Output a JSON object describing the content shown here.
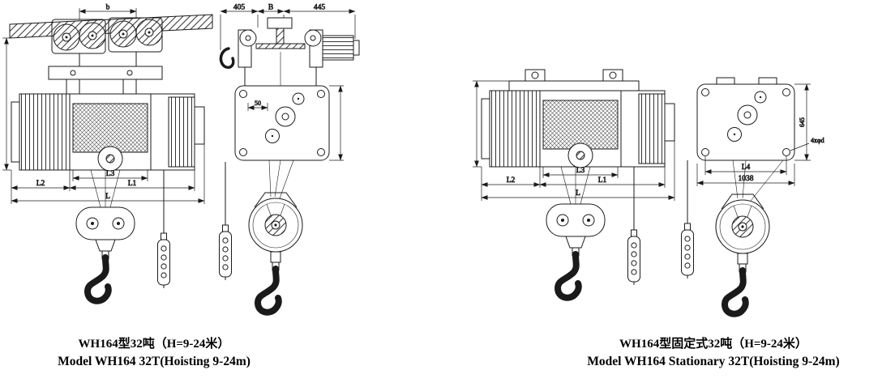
{
  "left": {
    "caption_cn": "WH164型32吨（H=9-24米）",
    "caption_en": "Model WH164 32T(Hoisting 9-24m)",
    "dims": {
      "b": "b",
      "d405": "405",
      "B": "B",
      "d445": "445",
      "d50": "50",
      "L2": "L2",
      "L1": "L1",
      "L3": "L3",
      "L": "L"
    }
  },
  "right": {
    "caption_cn": "WH164型固定式32吨（H=9-24米）",
    "caption_en": "Model WH164 Stationary 32T(Hoisting 9-24m)",
    "dims": {
      "L2": "L2",
      "L1": "L1",
      "L3": "L3",
      "L": "L",
      "L4": "L4",
      "d645": "645",
      "holes": "4xφd",
      "d1038": "1038"
    }
  }
}
